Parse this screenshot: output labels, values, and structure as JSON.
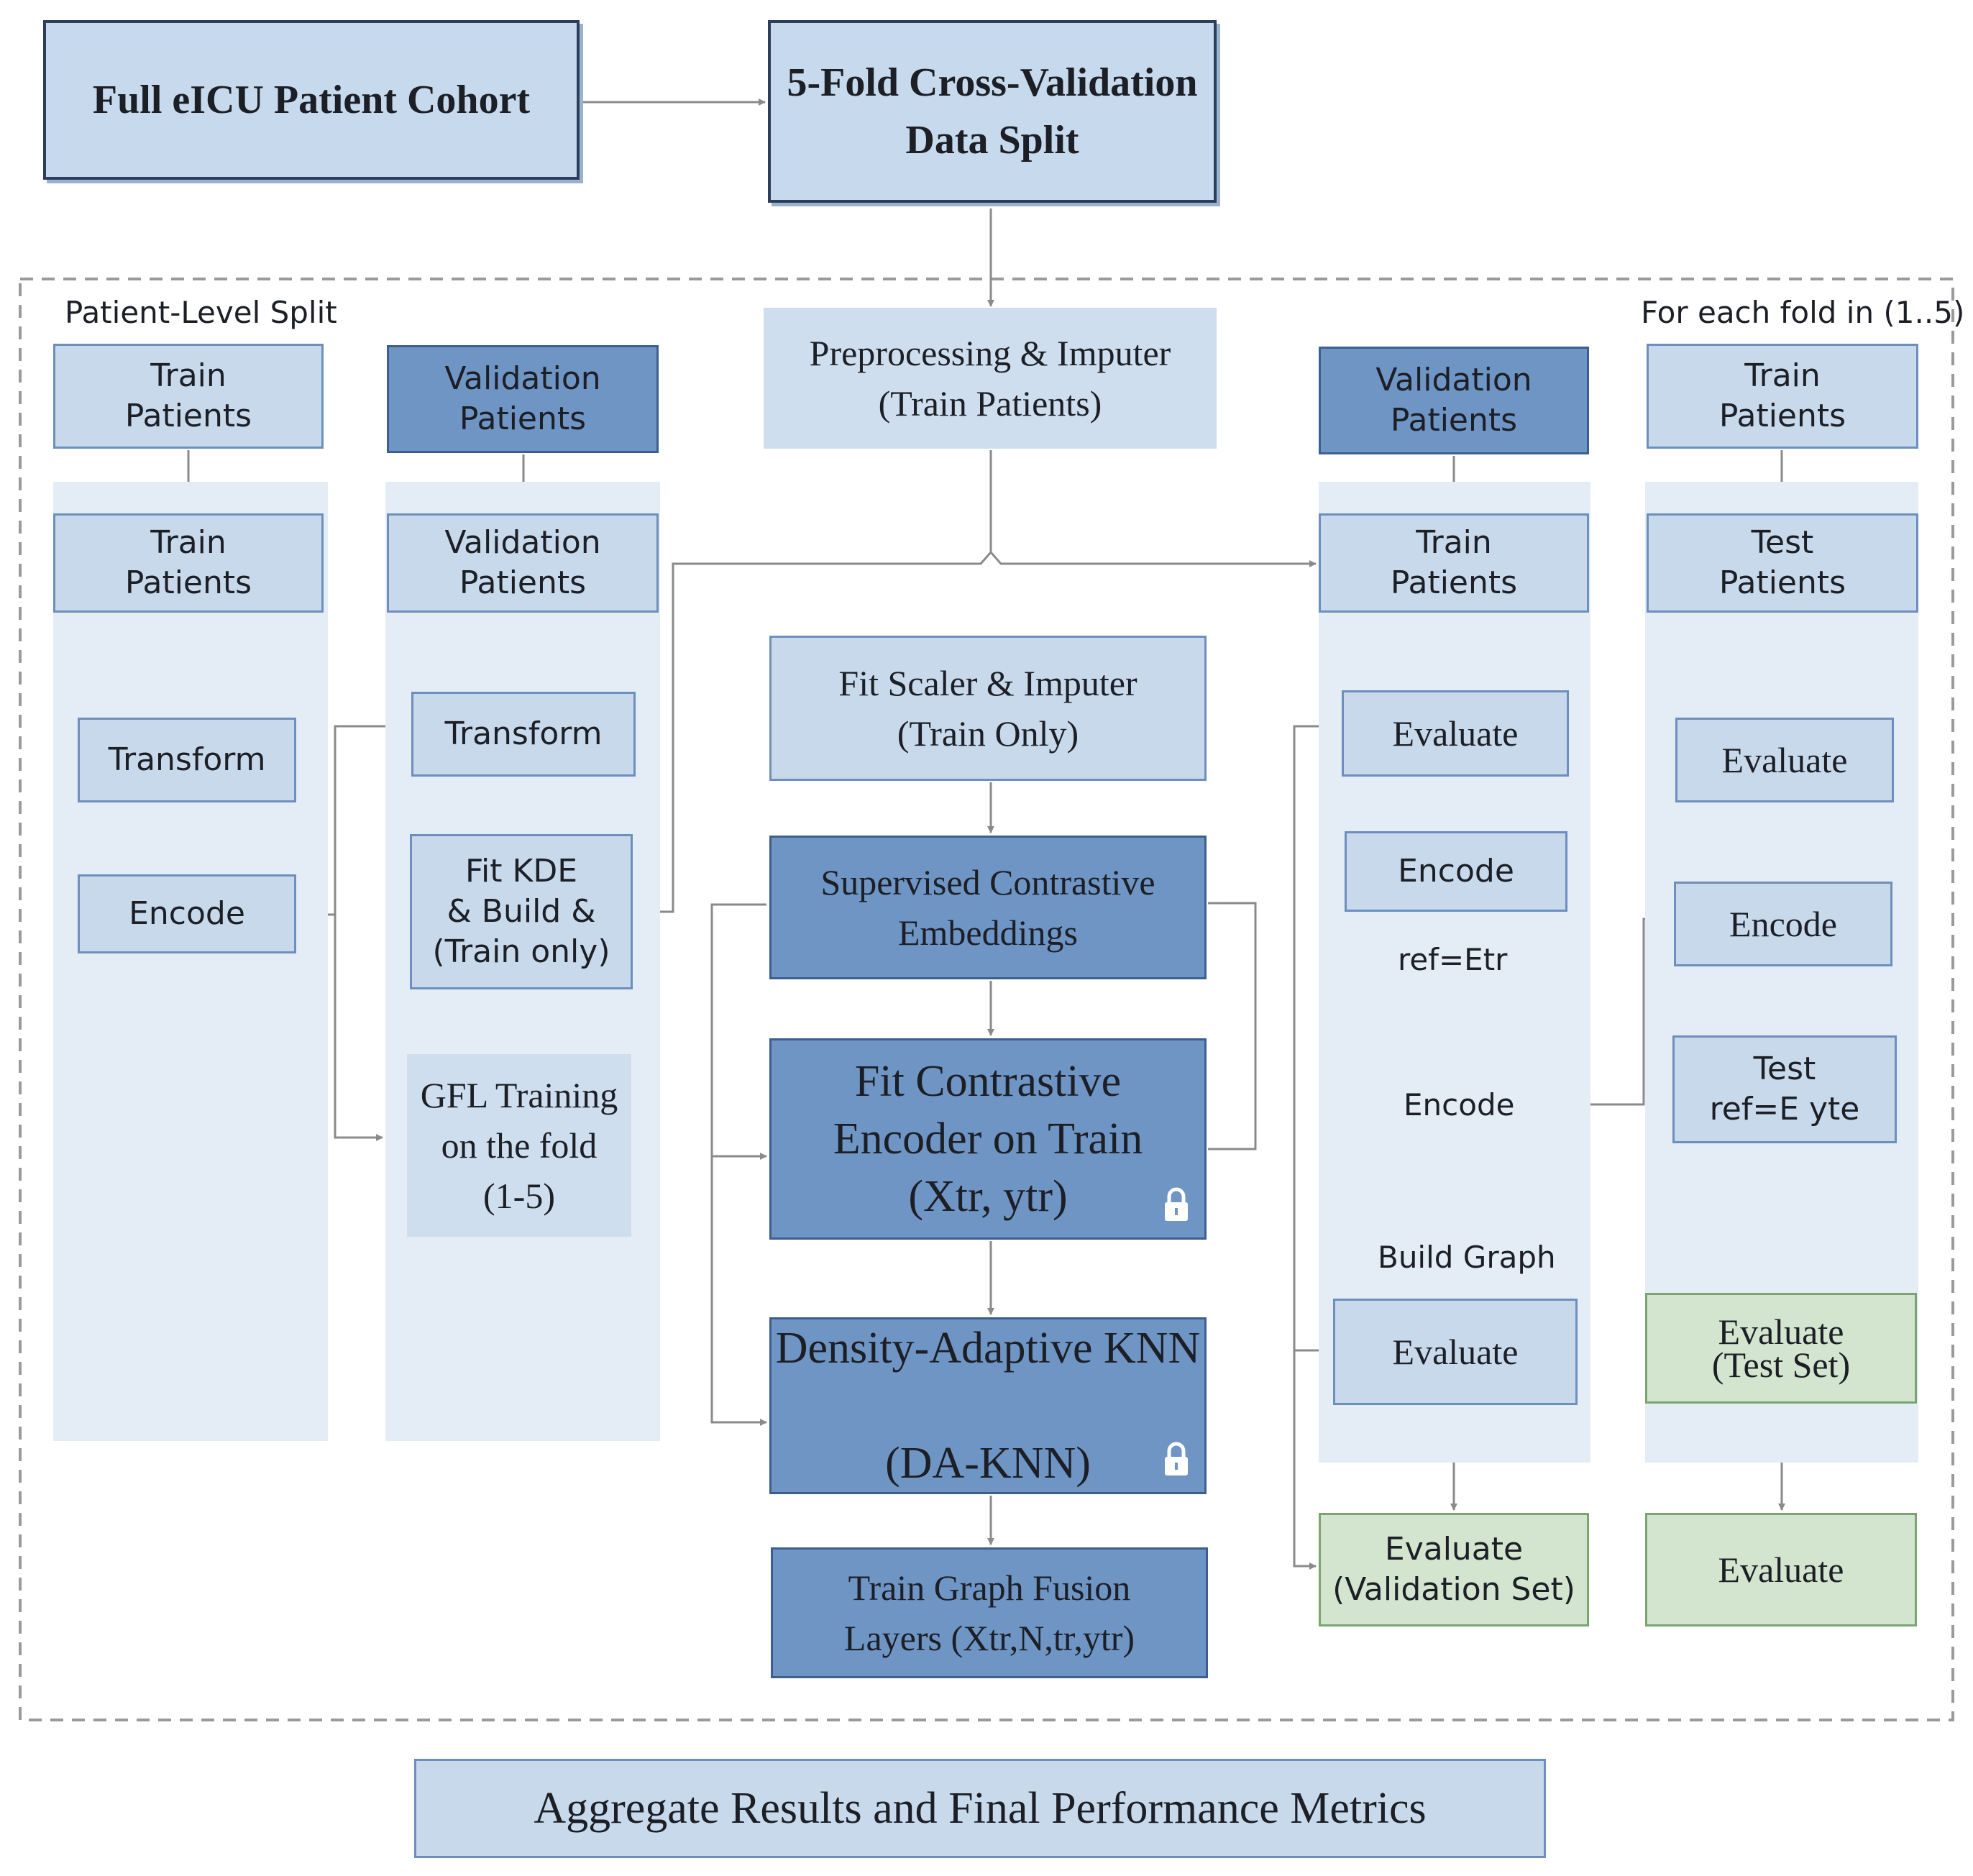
{
  "top": {
    "cohort": "Full eICU Patient Cohort",
    "split": "5-Fold Cross-Validation\nData Split"
  },
  "labels": {
    "left": "Patient-Level Split",
    "right": "For each fold in (1..5)"
  },
  "col1": {
    "head": "Train\nPatients",
    "train": "Train\nPatients",
    "transform": "Transform",
    "encode": "Encode"
  },
  "col2": {
    "head": "Validation\nPatients",
    "val": "Validation\nPatients",
    "transform": "Transform",
    "fitkde": "Fit KDE\n& Build &\n(Train only)",
    "gfl": "GFL Training\non the fold\n(1-5)"
  },
  "center": {
    "preprocess": "Preprocessing & Imputer\n(Train Patients)",
    "fitscaler": "Fit Scaler & Imputer\n(Train Only)",
    "supcon": "Supervised Contrastive\nEmbeddings",
    "fitenc": "Fit Contrastive\nEncoder on Train\n(Xtr, ytr)",
    "daknn": "Density-Adaptive KNN\n\n(DA-KNN)",
    "graphfusion": "Train Graph Fusion\nLayers (Xtr,N,tr,ytr)"
  },
  "col4": {
    "head": "Validation\nPatients",
    "train": "Train\nPatients",
    "evaluate1": "Evaluate",
    "encode1": "Encode",
    "ref": "ref=Etr",
    "encode2": "Encode",
    "buildgraph": "Build Graph",
    "evaluate2": "Evaluate",
    "evalval": "Evaluate\n(Validation Set)"
  },
  "col5": {
    "head": "Train\nPatients",
    "test": "Test\nPatients",
    "evaluate1": "Evaluate",
    "encode": "Encode",
    "testref": "Test\nref=E yte",
    "evaltest": "Evaluate\n(Test Set)",
    "evaluate2": "Evaluate"
  },
  "bottom": {
    "aggregate": "Aggregate Results and Final Performance Metrics"
  }
}
